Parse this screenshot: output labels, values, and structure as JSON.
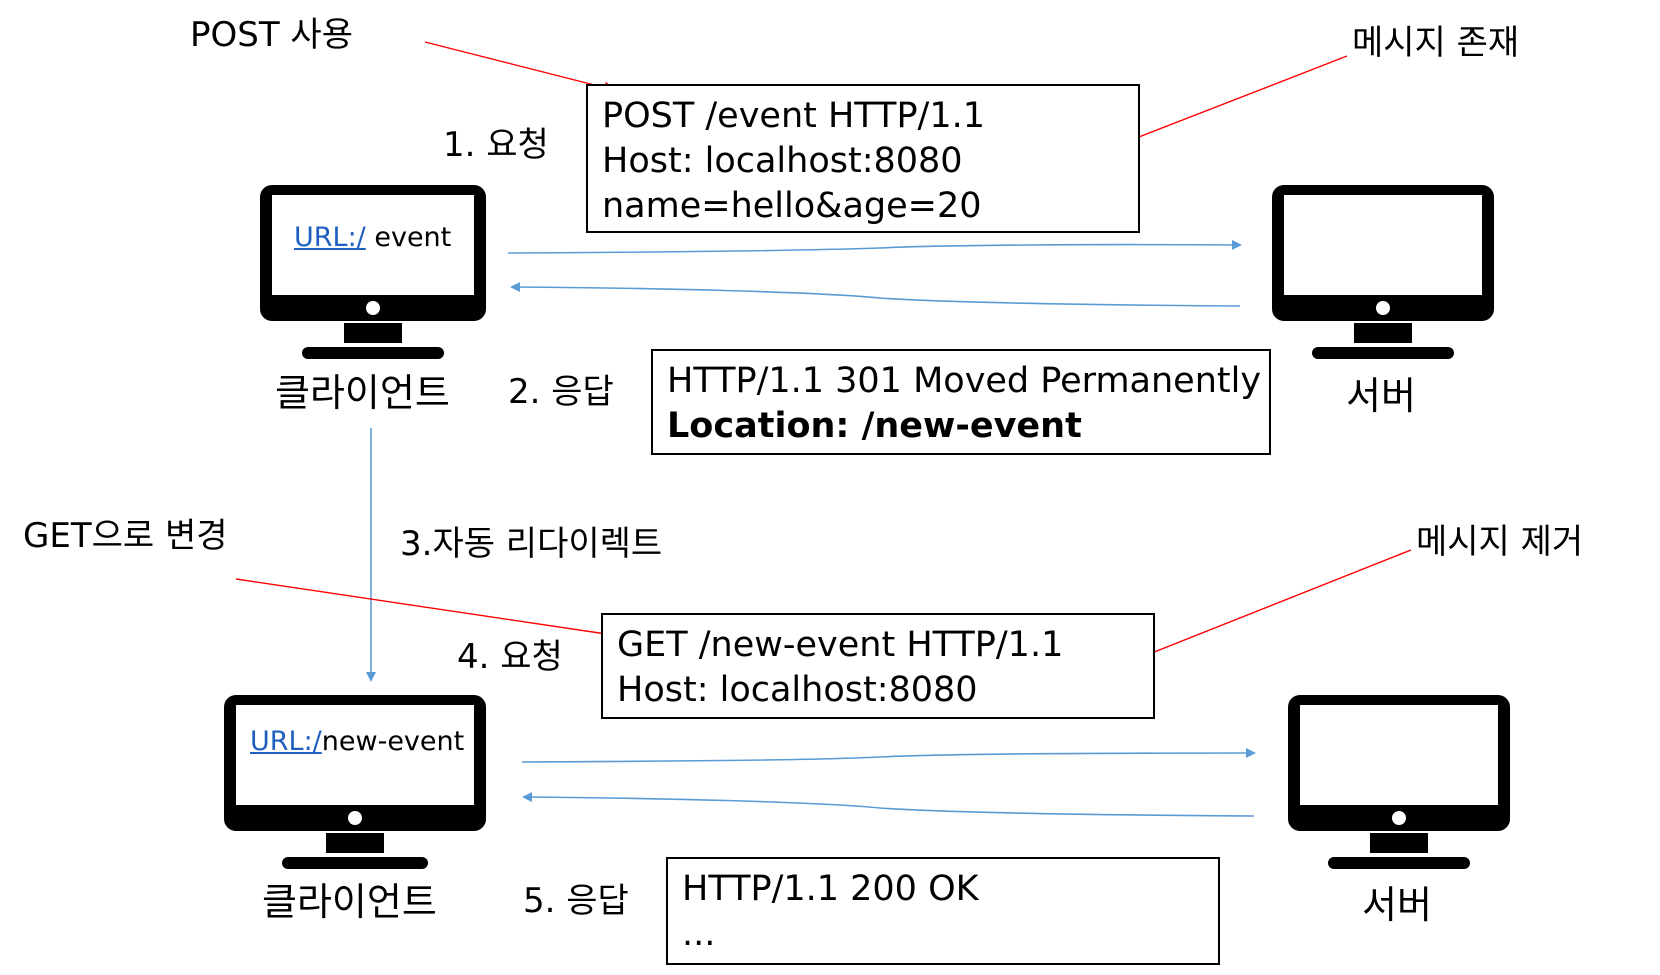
{
  "annotations": {
    "post_use": "POST 사용",
    "message_exists": "메시지 존재",
    "get_change": "GET으로 변경",
    "message_removed": "메시지 제거"
  },
  "steps": {
    "step1": "1. 요청",
    "step2": "2. 응답",
    "step3": "3.자동 리다이렉트",
    "step4": "4. 요청",
    "step5": "5. 응답"
  },
  "nodes": {
    "client": "클라이언트",
    "server": "서버"
  },
  "urls": {
    "top_prefix": "URL:/",
    "top_path": " event",
    "bottom_prefix": "URL:/",
    "bottom_path": "new-event"
  },
  "messages": {
    "request1": [
      "POST /event HTTP/1.1",
      "Host: localhost:8080",
      "name=hello&age=20"
    ],
    "response1": [
      "HTTP/1.1 301 Moved Permanently",
      "Location: /new-event"
    ],
    "request2": [
      "GET /new-event HTTP/1.1",
      "Host: localhost:8080"
    ],
    "response2": [
      "HTTP/1.1 200 OK",
      "..."
    ]
  },
  "colors": {
    "flow_arrow": "#5b9bd5",
    "annotation_arrow": "#ff0000",
    "link": "#1f5fbf",
    "monitor": "#000000"
  },
  "icons": {
    "computer": "desktop-monitor-icon"
  }
}
